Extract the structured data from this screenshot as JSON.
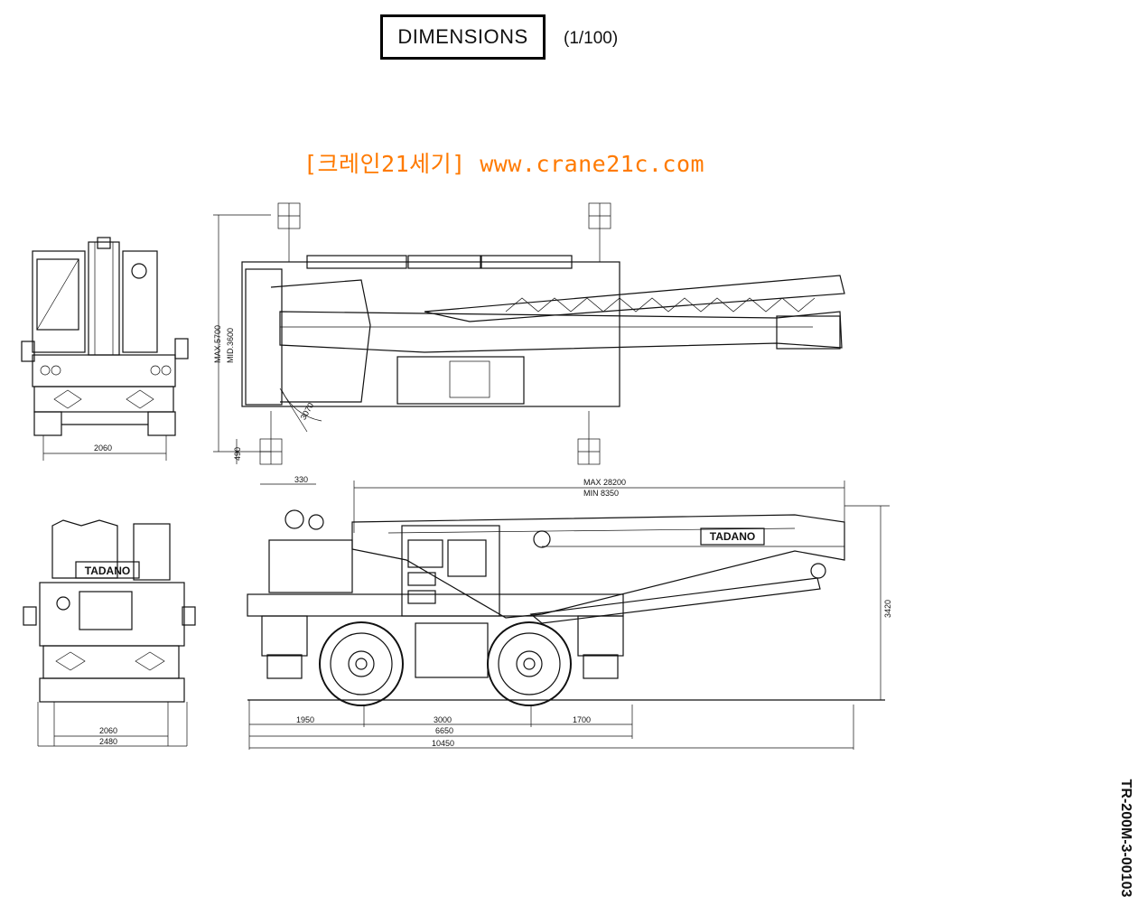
{
  "title": "DIMENSIONS",
  "scale": "(1/100)",
  "watermark": "[크레인21세기] www.crane21c.com",
  "doc_code": "TR-200M-3-00103",
  "logo_text": "TADANO",
  "dimensions": {
    "front_width": "2060",
    "outrigger_max": "MAX.5700",
    "outrigger_mid": "MID.3600",
    "swing_radius": "3070",
    "top_offset": "490",
    "front_offset": "330",
    "boom_max": "MAX 28200",
    "boom_min": "MIN 8350",
    "height": "3420",
    "front_overhang": "1950",
    "wheelbase": "3000",
    "rear_overhang": "1700",
    "body_length": "6650",
    "overall_length": "10450",
    "rear_track": "2060",
    "rear_width": "2480"
  }
}
